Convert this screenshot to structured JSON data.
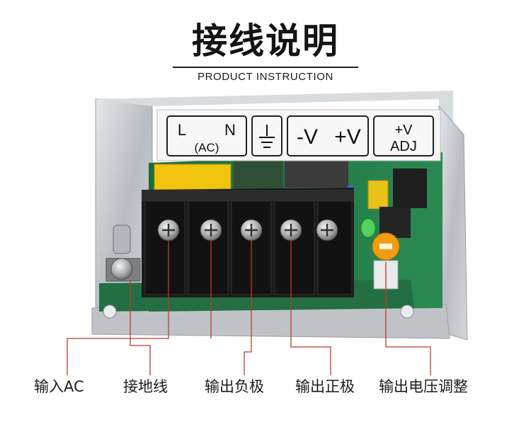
{
  "header": {
    "title": "接线说明",
    "subtitle": "PRODUCT INSTRUCTION"
  },
  "terminal_labels": {
    "ac_l": "L",
    "ac_n": "N",
    "ac_sub": "(AC)",
    "minus_v": "-V",
    "plus_v": "+V",
    "adj_top": "+V",
    "adj_bottom": "ADJ"
  },
  "callouts": [
    {
      "label": "输入AC"
    },
    {
      "label": "接地线"
    },
    {
      "label": "输出负极"
    },
    {
      "label": "输出正极"
    },
    {
      "label": "输出电压调整"
    }
  ],
  "colors": {
    "callout_line": "#c0392b",
    "pcb_green": "#1f7a46",
    "terminal_black": "#1b1b1b",
    "housing_silver": "#c9ccd0"
  }
}
